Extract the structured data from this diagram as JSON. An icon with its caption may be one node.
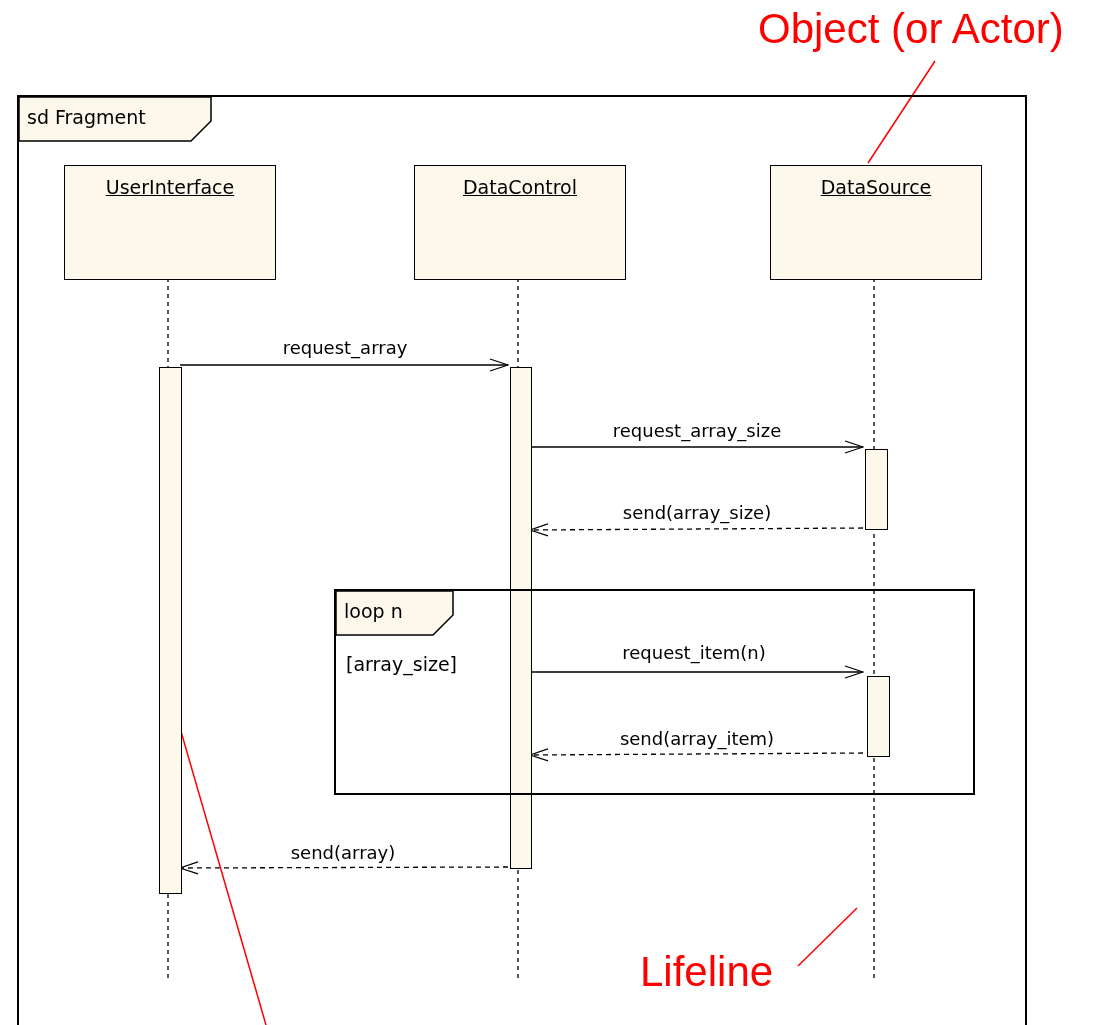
{
  "diagram": {
    "nodes": [
      {
        "text": [
          "Object (or Actor)"
        ]
      },
      {
        "text": [
          "sd Fragment"
        ]
      },
      {
        "text": [
          "UserInterface"
        ],
        "in": 1
      },
      {
        "text": [
          "DataControl"
        ],
        "in": 1
      },
      {
        "text": [
          "DataSource"
        ],
        "in": 1
      },
      {
        "text": [],
        "shape": "bar",
        "in": 1
      },
      {
        "text": [],
        "shape": "bar",
        "in": 1
      },
      {
        "text": [],
        "shape": "bar",
        "in": 1
      },
      {
        "text": [
          "loop n",
          "[array_size]"
        ],
        "in": 1
      },
      {
        "text": [],
        "shape": "bar",
        "in": 8
      },
      {
        "text": [
          "Lifeline"
        ],
        "in": 1
      }
    ],
    "edges": [
      {
        "from": 5,
        "to": 6,
        "arrow": "to",
        "label": "request_array"
      },
      {
        "from": 6,
        "to": 7,
        "arrow": "to",
        "label": "request_array_size"
      },
      {
        "from": 7,
        "to": 6,
        "arrow": "to",
        "label": "send(array_size)",
        "style": "dashed"
      },
      {
        "from": 6,
        "to": 9,
        "arrow": "to",
        "label": "request_item(n)"
      },
      {
        "from": 9,
        "to": 6,
        "arrow": "to",
        "label": "send(array_item)",
        "style": "dashed"
      },
      {
        "from": 6,
        "to": 5,
        "arrow": "to",
        "label": "send(array)",
        "style": "dashed"
      },
      {
        "from": 0,
        "to": 4,
        "arrow": "none",
        "color": "#ff0000"
      },
      {
        "from": 10,
        "to": null,
        "arrow": "none",
        "color": "#ff0000"
      },
      {
        "from": null,
        "to": 5,
        "arrow": "none",
        "color": "#ff0000"
      }
    ]
  }
}
